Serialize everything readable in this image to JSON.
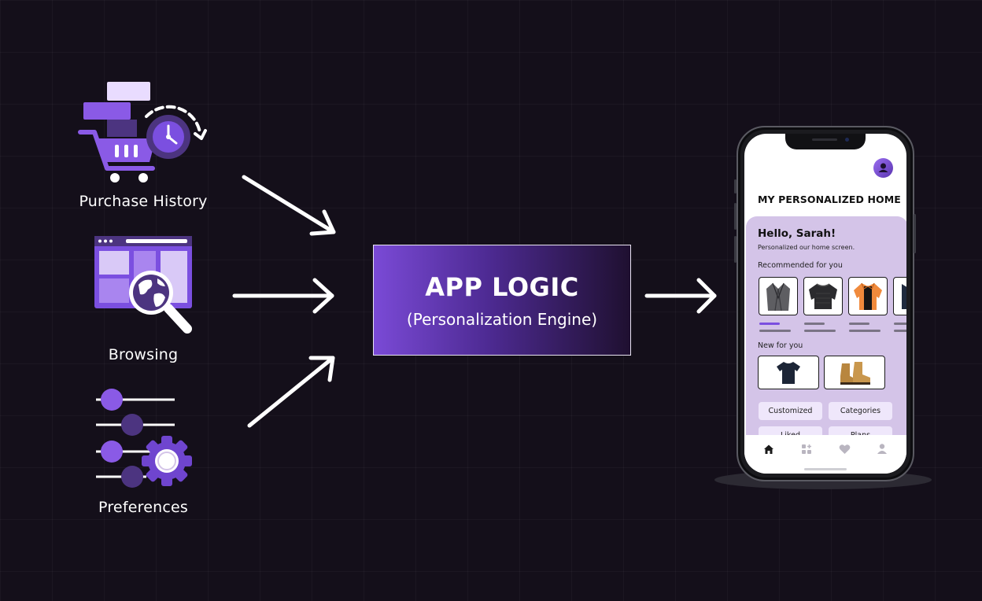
{
  "inputs": [
    {
      "label": "Purchase History",
      "icon": "shopping-cart-clock-icon"
    },
    {
      "label": "Browsing",
      "icon": "browser-globe-search-icon"
    },
    {
      "label": "Preferences",
      "icon": "sliders-gear-icon"
    }
  ],
  "engine": {
    "title": "APP LOGIC",
    "subtitle": "(Personalization Engine)"
  },
  "phone": {
    "header_title": "MY PERSONALIZED HOME",
    "greeting": "Hello, Sarah!",
    "greeting_sub": "Personalized our home screen.",
    "recommended_label": "Recommended for you",
    "recommended_items": [
      "grey-blazer-icon",
      "black-sweater-icon",
      "orange-jacket-icon",
      "navy-jacket-icon"
    ],
    "new_label": "New for you",
    "new_items": [
      "navy-tshirt-icon",
      "tan-boots-icon"
    ],
    "chips": [
      "Customized",
      "Categories",
      "Liked",
      "Plans"
    ],
    "tabs": [
      "home-icon",
      "grid-plus-icon",
      "heart-icon",
      "user-icon"
    ]
  },
  "colors": {
    "accent": "#7b4fe0",
    "accent_dark": "#4a2d8a",
    "background": "#140f1a",
    "panel": "#d4c4e8"
  }
}
